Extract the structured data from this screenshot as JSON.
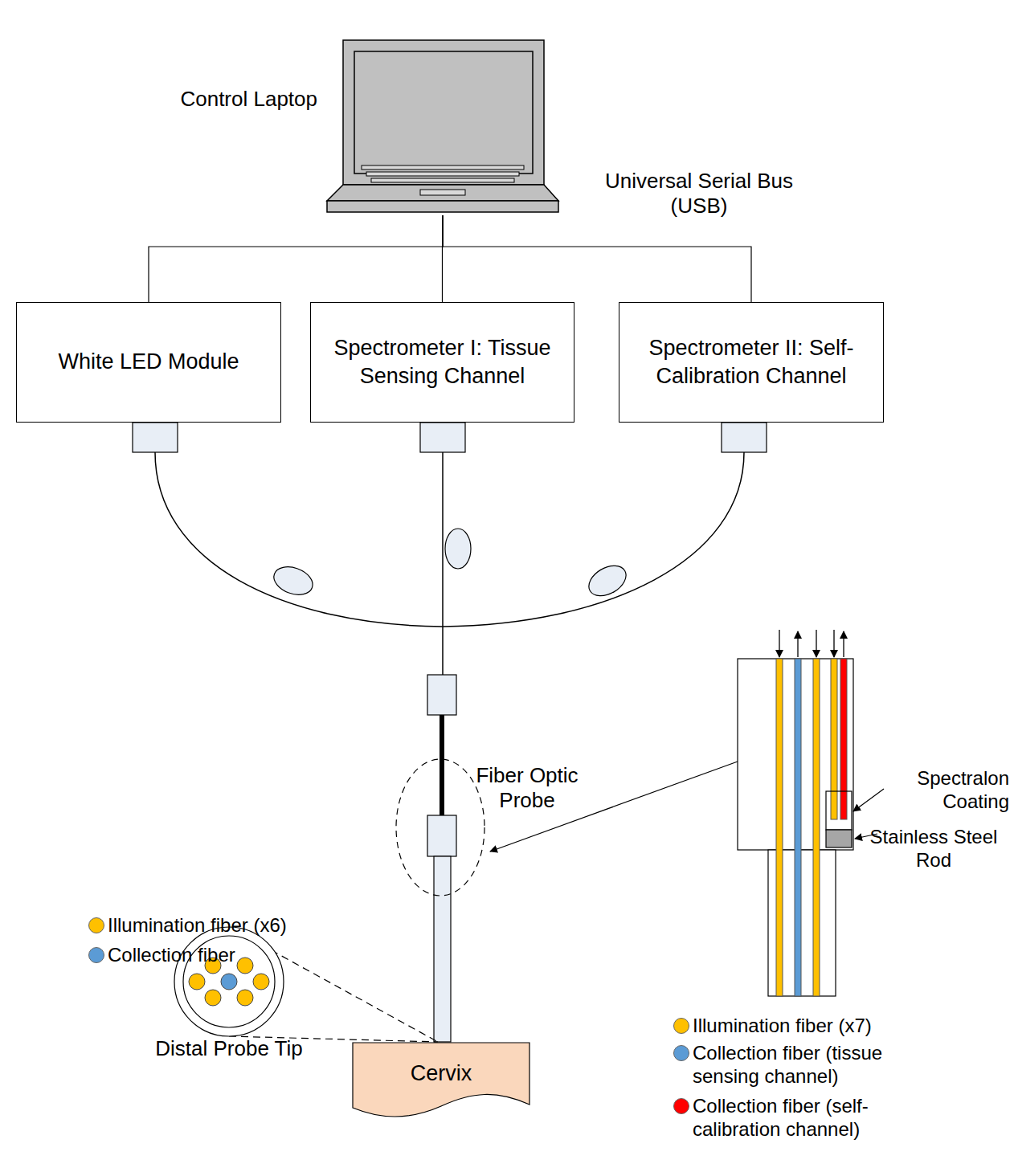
{
  "diagram": {
    "nodes": [
      {
        "text": [
          "Control Laptop"
        ]
      },
      {
        "text": [
          "White LED Module"
        ]
      },
      {
        "text": [
          "Spectrometer I: Tissue Sensing Channel"
        ]
      },
      {
        "text": [
          "Spectrometer II: Self-Calibration Channel"
        ]
      },
      {
        "text": [
          "Cervix"
        ]
      }
    ],
    "edges": [
      {
        "from": 0,
        "to": 1,
        "arrow": "none"
      },
      {
        "from": 0,
        "to": 2,
        "arrow": "none"
      },
      {
        "from": 0,
        "to": 3,
        "arrow": "none"
      }
    ],
    "labels": [
      "Universal Serial Bus (USB)",
      "Fiber Optic Probe",
      "Distal Probe Tip",
      "Spectralon Coating",
      "Stainless Steel Rod"
    ],
    "legend": [
      {
        "text": "Illumination fiber (x6)",
        "color": "#FFC000"
      },
      {
        "text": "Collection fiber",
        "color": "#5B9BD5"
      },
      {
        "text": "Illumination fiber (x7)",
        "color": "#FFC000"
      },
      {
        "text": "Collection fiber (tissue sensing channel)",
        "color": "#5B9BD5"
      },
      {
        "text": "Collection fiber (self-calibration channel)",
        "color": "#FF0000"
      }
    ]
  }
}
